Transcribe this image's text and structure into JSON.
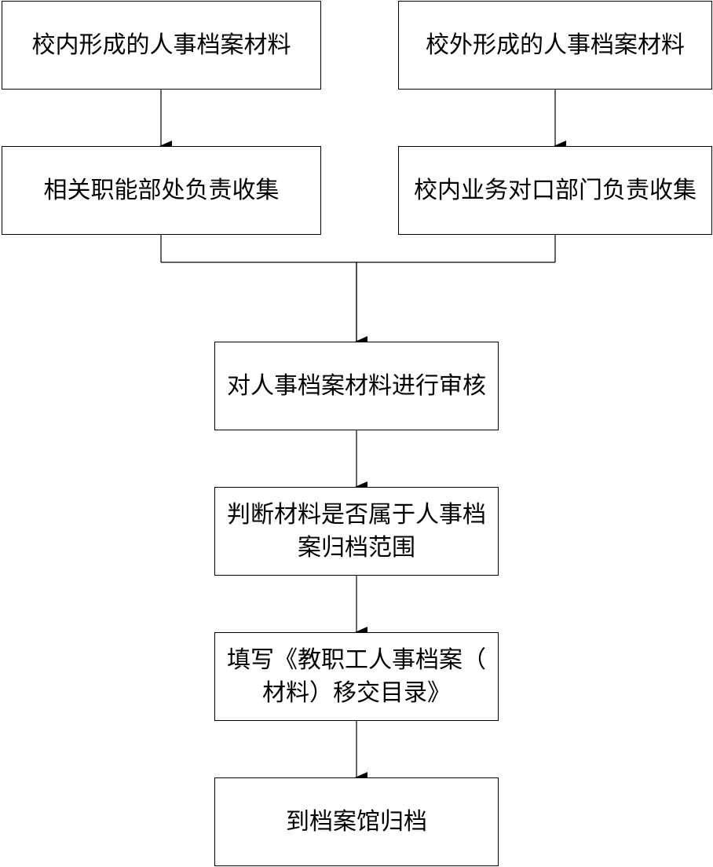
{
  "flowchart": {
    "nodes": {
      "top_left": "校内形成的人事档案材料",
      "top_right": "校外形成的人事档案材料",
      "mid_left": "相关职能部处负责收集",
      "mid_right": "校内业务对口部门负责收集",
      "review": "对人事档案材料进行审核",
      "judge": "判断材料是否属于人事档\n案归档范围",
      "fill": "填写《教职工人事档案（\n材料）移交目录》",
      "archive": "到档案馆归档"
    },
    "colors": {
      "stroke": "#000000",
      "fill": "#ffffff",
      "text": "#000000"
    }
  }
}
